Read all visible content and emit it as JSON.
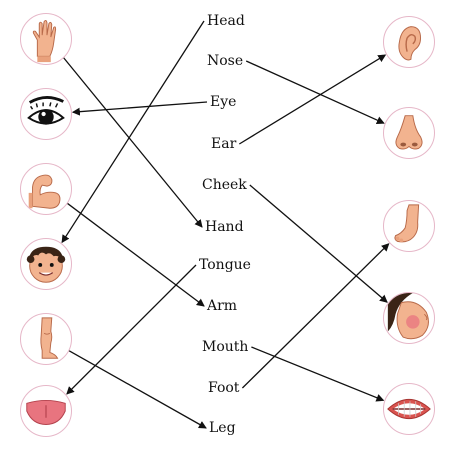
{
  "words": [
    {
      "key": "head",
      "label": "Head"
    },
    {
      "key": "nose",
      "label": "Nose"
    },
    {
      "key": "eye",
      "label": "Eye"
    },
    {
      "key": "ear",
      "label": "Ear"
    },
    {
      "key": "cheek",
      "label": "Cheek"
    },
    {
      "key": "hand",
      "label": "Hand"
    },
    {
      "key": "tongue",
      "label": "Tongue"
    },
    {
      "key": "arm",
      "label": "Arm"
    },
    {
      "key": "mouth",
      "label": "Mouth"
    },
    {
      "key": "foot",
      "label": "Foot"
    },
    {
      "key": "leg",
      "label": "Leg"
    }
  ],
  "pictures": [
    {
      "key": "hand",
      "icon": "hand-icon"
    },
    {
      "key": "eye",
      "icon": "eye-icon"
    },
    {
      "key": "arm",
      "icon": "arm-icon"
    },
    {
      "key": "head",
      "icon": "head-icon"
    },
    {
      "key": "leg",
      "icon": "leg-icon"
    },
    {
      "key": "tongue",
      "icon": "tongue-icon"
    },
    {
      "key": "ear",
      "icon": "ear-icon"
    },
    {
      "key": "nose",
      "icon": "nose-icon"
    },
    {
      "key": "foot",
      "icon": "foot-icon"
    },
    {
      "key": "cheek",
      "icon": "cheek-icon"
    },
    {
      "key": "mouth",
      "icon": "mouth-icon"
    }
  ],
  "matches": [
    {
      "from": "picture-hand",
      "to": "word-hand"
    },
    {
      "from": "word-eye",
      "to": "picture-eye"
    },
    {
      "from": "picture-arm",
      "to": "word-arm"
    },
    {
      "from": "word-head",
      "to": "picture-head"
    },
    {
      "from": "picture-leg",
      "to": "word-leg"
    },
    {
      "from": "word-tongue",
      "to": "picture-tongue"
    },
    {
      "from": "word-ear",
      "to": "picture-ear"
    },
    {
      "from": "word-nose",
      "to": "picture-nose"
    },
    {
      "from": "word-foot",
      "to": "picture-foot"
    },
    {
      "from": "word-cheek",
      "to": "picture-cheek"
    },
    {
      "from": "word-mouth",
      "to": "picture-mouth"
    }
  ],
  "colors": {
    "line": "#111111",
    "circle_border": "#e6b7c8",
    "skin": "#f2b38f",
    "skin_shadow": "#d98c66",
    "tongue": "#e8747f",
    "lips": "#d9534f",
    "hair": "#3a2416"
  }
}
